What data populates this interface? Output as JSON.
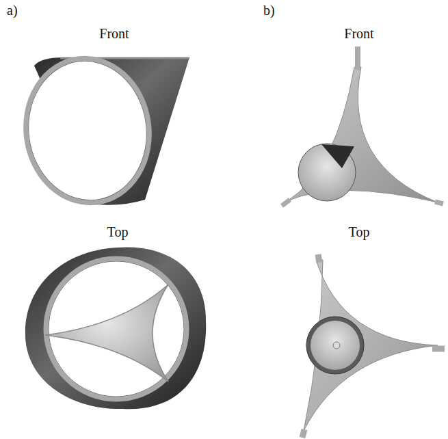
{
  "diagram": {
    "labels": [
      "a)",
      "Front",
      "Top",
      "b)",
      "Front",
      "Top"
    ]
  }
}
